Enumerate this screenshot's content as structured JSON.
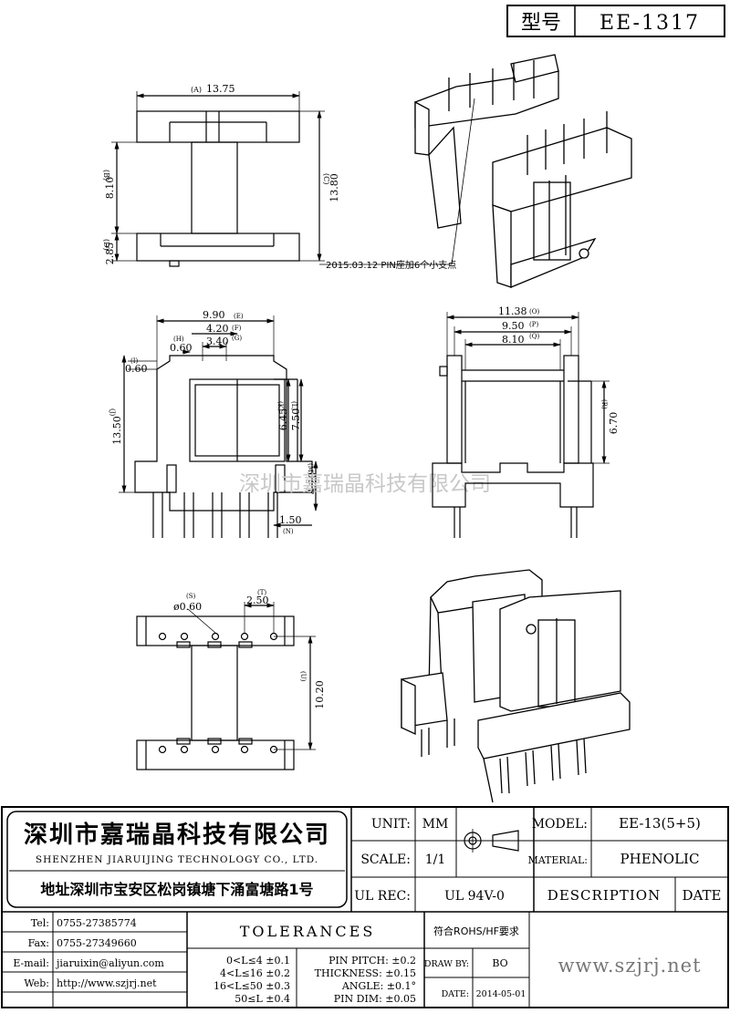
{
  "title_box": {
    "label": "型号",
    "model": "EE-1317"
  },
  "dimensions": {
    "A": "13.75",
    "A_tag": "(A)",
    "B": "8.10",
    "B_tag": "(B)",
    "C": "13.80",
    "C_tag": "(C)",
    "D": "2.85",
    "D_tag": "(D)",
    "E": "9.90",
    "E_tag": "(E)",
    "F": "4.20",
    "F_tag": "(F)",
    "G": "3.40",
    "G_tag": "(G)",
    "H": "0.60",
    "H_tag": "(H)",
    "I": "0.60",
    "I_tag": "(I)",
    "J": "13.50",
    "J_tag": "(J)",
    "K": "6.45",
    "K_tag": "(K)",
    "L": "7.50",
    "L_tag": "(L)",
    "M": "4.20",
    "M_tag": "(M)",
    "N": "1.50",
    "N_tag": "(N)",
    "O": "11.38",
    "O_tag": "(O)",
    "P": "9.50",
    "P_tag": "(P)",
    "Q": "8.10",
    "Q_tag": "(Q)",
    "R": "6.70",
    "R_tag": "(R)",
    "S": "ø0.60",
    "S_tag": "(S)",
    "T": "2.50",
    "T_tag": "(T)",
    "U": "10.20",
    "U_tag": "(U)"
  },
  "revision_note": "2015.03.12  PIN座加6个小支点",
  "watermark": "深圳市嘉瑞晶科技有限公司",
  "company": {
    "name_cn": "深圳市嘉瑞晶科技有限公司",
    "name_en": "SHENZHEN JIARUIJING TECHNOLOGY CO., LTD.",
    "address": "地址深圳市宝安区松岗镇塘下涌富塘路1号"
  },
  "title_block": {
    "unit_label": "UNIT:",
    "unit_value": "MM",
    "scale_label": "SCALE:",
    "scale_value": "1/1",
    "ulrec_label": "UL REC:",
    "ulrec_value": "UL 94V-0",
    "model_label": "MODEL:",
    "model_value": "EE-13(5+5)",
    "material_label": "MATERIAL:",
    "material_value": "PHENOLIC",
    "description_label": "DESCRIPTION",
    "date_label": "DATE"
  },
  "contacts": [
    {
      "label": "Tel:",
      "value": "0755-27385774"
    },
    {
      "label": "Fax:",
      "value": "0755-27349660"
    },
    {
      "label": "E-mail:",
      "value": "jiaruixin@aliyun.com"
    },
    {
      "label": "Web:",
      "value": "http://www.szjrj.net"
    }
  ],
  "tolerances": {
    "title": "TOLERANCES",
    "ranges": [
      "0<L≤4 ±0.1",
      "4<L≤16 ±0.2",
      "16<L≤50 ±0.3",
      "50≤L ±0.4"
    ],
    "specs": [
      "PIN PITCH: ±0.2",
      "THICKNESS: ±0.15",
      "ANGLE: ±0.1°",
      "PIN DIM: ±0.05"
    ]
  },
  "compliance": "符合ROHS/HF要求",
  "drawn_by_label": "DRAW BY:",
  "drawn_by_value": "BO",
  "date_label2": "DATE:",
  "date_value": "2014-05-01",
  "website": "www.szjrj.net"
}
